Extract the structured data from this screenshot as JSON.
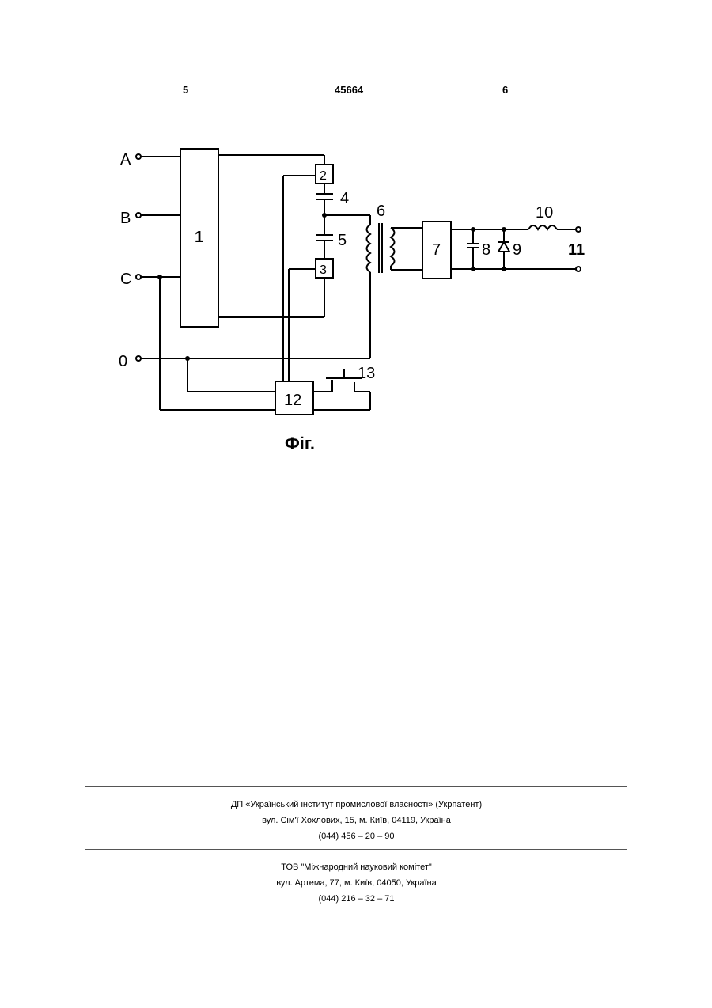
{
  "header": {
    "page_left": "5",
    "patent_number": "45664",
    "page_right": "6"
  },
  "figure": {
    "terminals": {
      "a": "A",
      "b": "B",
      "c": "C",
      "zero": "0"
    },
    "block_labels": [
      "1",
      "2",
      "3",
      "4",
      "5",
      "6",
      "7",
      "8",
      "9",
      "10",
      "11",
      "12",
      "13"
    ],
    "caption": "Фіг."
  },
  "footer": {
    "org1": {
      "name": "ДП «Український інститут промислової власності» (Укрпатент)",
      "address": "вул. Сім'ї Хохлових, 15, м. Київ, 04119, Україна",
      "phone": "(044) 456 – 20 – 90"
    },
    "org2": {
      "name": "ТОВ \"Міжнародний науковий комітет\"",
      "address": "вул. Артема, 77, м. Київ, 04050, Україна",
      "phone": "(044) 216 – 32 – 71"
    }
  }
}
